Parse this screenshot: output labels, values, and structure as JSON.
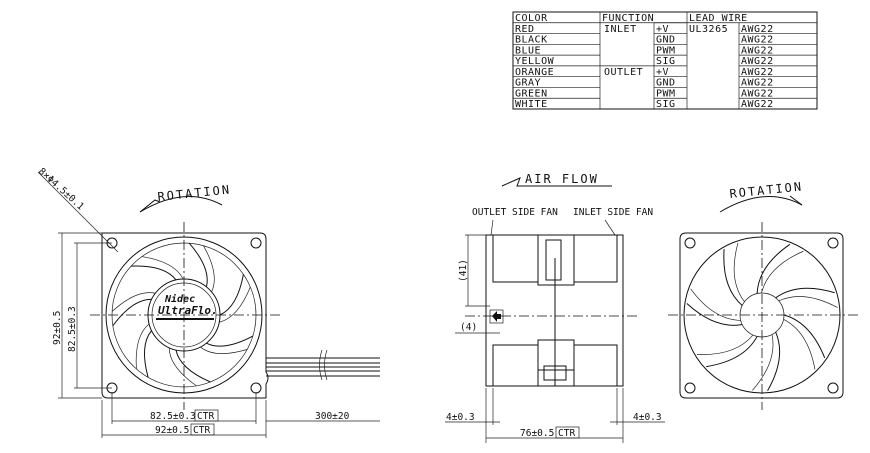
{
  "wire_table": {
    "headers": {
      "color": "COLOR",
      "function": "FUNCTION",
      "lead_wire": "LEAD WIRE"
    },
    "rows": [
      {
        "color": "RED",
        "side": "INLET",
        "signal": "+V",
        "wire": "UL3265",
        "gauge": "AWG22"
      },
      {
        "color": "BLACK",
        "side": "",
        "signal": "GND",
        "wire": "",
        "gauge": "AWG22"
      },
      {
        "color": "BLUE",
        "side": "",
        "signal": "PWM",
        "wire": "",
        "gauge": "AWG22"
      },
      {
        "color": "YELLOW",
        "side": "",
        "signal": "SIG",
        "wire": "",
        "gauge": "AWG22"
      },
      {
        "color": "ORANGE",
        "side": "OUTLET",
        "signal": "+V",
        "wire": "",
        "gauge": "AWG22"
      },
      {
        "color": "GRAY",
        "side": "",
        "signal": "GND",
        "wire": "",
        "gauge": "AWG22"
      },
      {
        "color": "GREEN",
        "side": "",
        "signal": "PWM",
        "wire": "",
        "gauge": "AWG22"
      },
      {
        "color": "WHITE",
        "side": "",
        "signal": "SIG",
        "wire": "",
        "gauge": "AWG22"
      }
    ]
  },
  "front_view": {
    "rotation_label": "ROTATION",
    "hole_callout": "8×Φ4.5±0.1",
    "height_outer": "92±0.5",
    "height_pitch": "82.5±0.3",
    "width_pitch": "82.5±0.3",
    "width_outer": "92±0.5",
    "lead_length": "300±20",
    "ctr": "CTR",
    "logo_brand": "Nidec",
    "logo_product": "UltraFlo."
  },
  "side_view": {
    "airflow_label": "AIR FLOW",
    "outlet_label": "OUTLET SIDE FAN",
    "inlet_label": "INLET SIDE FAN",
    "dim_41": "(41)",
    "dim_4": "(4)",
    "left_offset": "4±0.3",
    "right_offset": "4±0.3",
    "depth": "76±0.5",
    "ctr": "CTR"
  },
  "rear_view": {
    "rotation_label": "ROTATION"
  }
}
